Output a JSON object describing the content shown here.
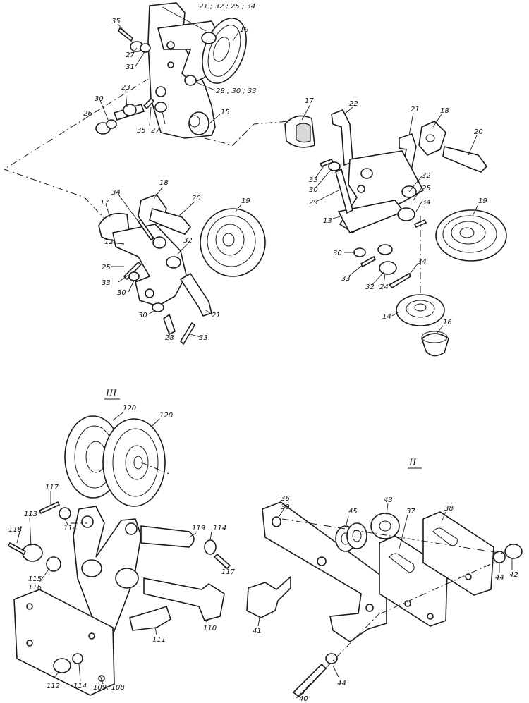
{
  "views": {
    "view_iii": "III",
    "view_ii": "II"
  },
  "callouts": {
    "a_21_32_25_34": "21 ; 32 ; 25 ; 34",
    "a_19": "19",
    "a_35": "35",
    "a_27": "27",
    "a_31": "31",
    "a_28_30_33": "28 ; 30 ; 33",
    "a_30": "30",
    "a_23": "23",
    "a_26": "26",
    "a_35b": "35",
    "a_27b": "27",
    "a_15": "15",
    "b_17": "17",
    "b_22": "22",
    "b_21": "21",
    "b_18": "18",
    "b_20": "20",
    "b_33": "33",
    "b_30": "30",
    "b_29": "29",
    "b_32": "32",
    "b_25": "25",
    "b_34": "34",
    "b_19": "19",
    "b_13": "13",
    "b_30b": "30",
    "b_33b": "33",
    "b_32b": "32",
    "b_24": "24",
    "b_34b": "34",
    "b_14": "14",
    "b_16": "16",
    "c_34": "34",
    "c_18": "18",
    "c_20": "20",
    "c_17": "17",
    "c_32": "32",
    "c_12": "12",
    "c_25": "25",
    "c_19": "19",
    "c_33": "33",
    "c_30": "30",
    "c_21": "21",
    "c_30b": "30",
    "c_28": "28",
    "c_33b": "33",
    "d_120a": "120",
    "d_120b": "120",
    "d_117": "117",
    "d_113": "113",
    "d_114": "114",
    "d_118": "118",
    "d_115": "115",
    "d_116": "116",
    "d_119": "119",
    "d_114b": "114",
    "d_117b": "117",
    "d_110": "110",
    "d_111": "111",
    "d_112": "112",
    "d_114c": "114",
    "d_109_108": "109; 108",
    "e_36_39": "36\n39",
    "e_36": "36",
    "e_39": "39",
    "e_45": "45",
    "e_43": "43",
    "e_37": "37",
    "e_38": "38",
    "e_42": "42",
    "e_44": "44",
    "e_41": "41",
    "e_44b": "44",
    "e_40": "40"
  }
}
